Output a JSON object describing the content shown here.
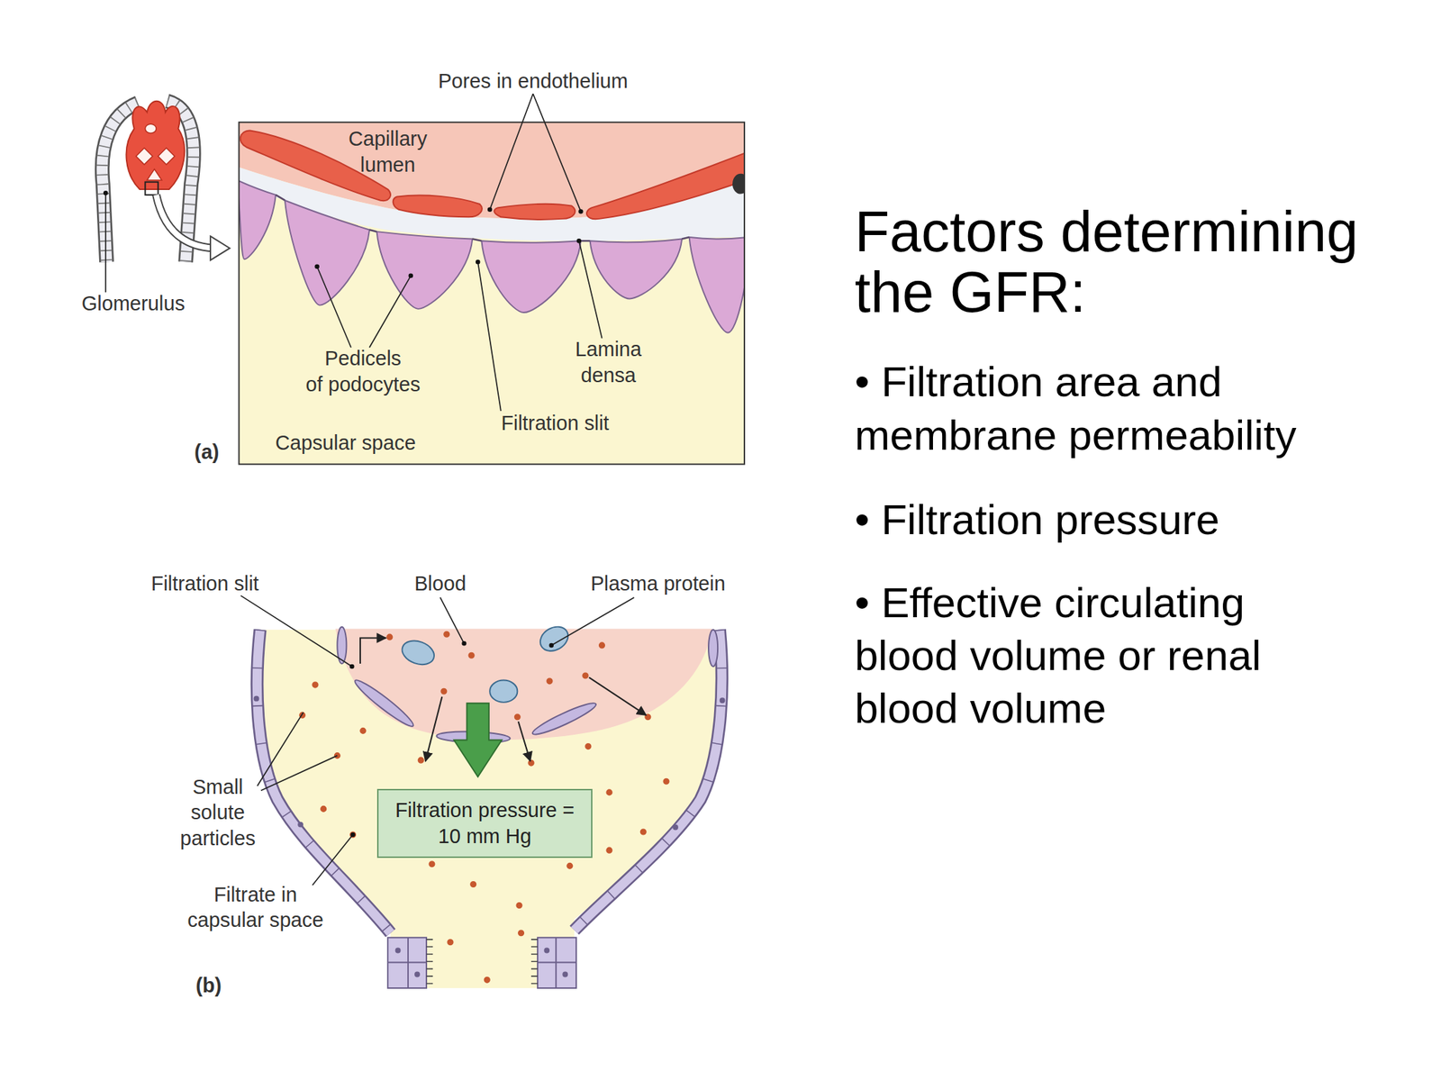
{
  "diagram": {
    "title": "Factors determining the GFR:",
    "nodes": [
      {
        "text": [
          "Filtration pressure = 10 mm Hg"
        ]
      }
    ],
    "labels": [
      "Pores in endothelium",
      "Capillary lumen",
      "Glomerulus",
      "Pedicels of podocytes",
      "Lamina densa",
      "Filtration slit",
      "(a)",
      "Capsular space",
      "Filtration slit",
      "Blood",
      "Plasma protein",
      "Small solute particles",
      "Filtrate in capsular space",
      "(b)",
      "• Filtration area and membrane permeability",
      "• Filtration pressure",
      "• Effective circulating blood volume or renal blood volume"
    ]
  }
}
